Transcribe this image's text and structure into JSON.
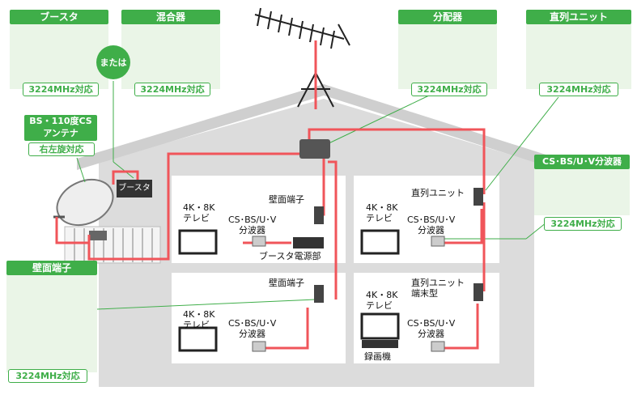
{
  "booster": {
    "tag": "ブースタ",
    "spec": "3224MHz対応"
  },
  "mixer": {
    "tag": "混合器",
    "spec": "3224MHz対応"
  },
  "or_label": "または",
  "divider": {
    "tag": "分配器",
    "spec": "3224MHz対応"
  },
  "inline_unit": {
    "tag": "直列ユニット",
    "spec": "3224MHz対応"
  },
  "dish": {
    "line1": "BS・110度CS",
    "line2": "アンテナ",
    "note": "右左旋対応"
  },
  "splitter_product": {
    "tag": "CS･BS/U･V分波器",
    "spec": "3224MHz対応"
  },
  "wall_terminal": {
    "tag": "壁面端子",
    "spec": "3224MHz対応"
  },
  "house": {
    "booster_box": "ブースタ",
    "booster_power": "ブースタ電源部",
    "room_tl": {
      "tv": [
        "4K・8K",
        "テレビ"
      ],
      "splitter": [
        "CS･BS/U･V",
        "分波器"
      ],
      "wall": "壁面端子"
    },
    "room_tr": {
      "tv": [
        "4K・8K",
        "テレビ"
      ],
      "splitter": [
        "CS･BS/U･V",
        "分波器"
      ],
      "unit": "直列ユニット"
    },
    "room_bl": {
      "tv": [
        "4K・8K",
        "テレビ"
      ],
      "splitter": [
        "CS･BS/U･V",
        "分波器"
      ],
      "wall": "壁面端子"
    },
    "room_br": {
      "tv": [
        "4K・8K",
        "テレビ"
      ],
      "splitter": [
        "CS･BS/U･V",
        "分波器"
      ],
      "unit": [
        "直列ユニット",
        "端末型"
      ],
      "recorder": "録画機"
    }
  },
  "colors": {
    "accent": "#3fae49",
    "panel": "#eaf5e7",
    "cable": "#f0555a",
    "house": "#dcdcdc"
  }
}
